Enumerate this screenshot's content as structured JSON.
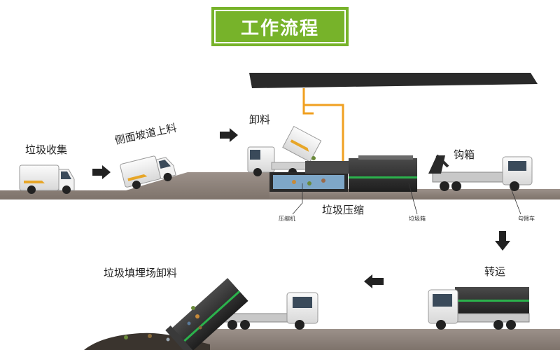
{
  "title": "工作流程",
  "steps": {
    "collect": "垃圾收集",
    "ramp_load": "侧面坡道上料",
    "unload": "卸料",
    "compress": "垃圾压缩",
    "hook": "钩箱",
    "transport": "转运",
    "landfill": "垃圾填埋场卸料"
  },
  "parts": {
    "compressor": "压缩机",
    "bin": "垃圾箱",
    "hook_truck": "勾臂车"
  },
  "colors": {
    "title_bg": "#77b32a",
    "accent_green": "#2bb24c",
    "ground": "#8a7f76",
    "pipe": "#f0a020",
    "roof": "#2a2a2a"
  }
}
